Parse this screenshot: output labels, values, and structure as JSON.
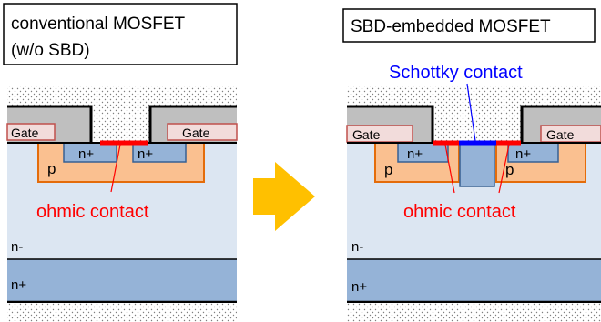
{
  "left": {
    "title_line1": "conventional MOSFET",
    "title_line2": "(w/o SBD)",
    "gate_left": "Gate",
    "gate_right": "Gate",
    "p_label": "p",
    "nplus_left": "n+",
    "nplus_right": "n+",
    "ohmic_label": "ohmic contact",
    "drift_label": "n-",
    "substrate_label": "n+"
  },
  "right": {
    "title": "SBD-embedded MOSFET",
    "schottky_label": "Schottky contact",
    "gate_left": "Gate",
    "gate_right": "Gate",
    "p_left": "p",
    "p_right": "p",
    "nplus_left": "n+",
    "nplus_right": "n+",
    "ohmic_label": "ohmic contact",
    "drift_label": "n-",
    "substrate_label": "n+"
  },
  "colors": {
    "drift": "#dce6f2",
    "substrate": "#95b3d7",
    "p_well": "#fac090",
    "p_outline": "#e46c0a",
    "nplus_region": "#95b3d7",
    "nplus_outline": "#376092",
    "gate_fill": "#f2dcdb",
    "gate_outline": "#c0504d",
    "oxide": "#bfbfbf",
    "ohmic": "#ff0000",
    "schottky": "#0000ff",
    "label_red": "#ff0000",
    "arrow": "#ffc000"
  }
}
